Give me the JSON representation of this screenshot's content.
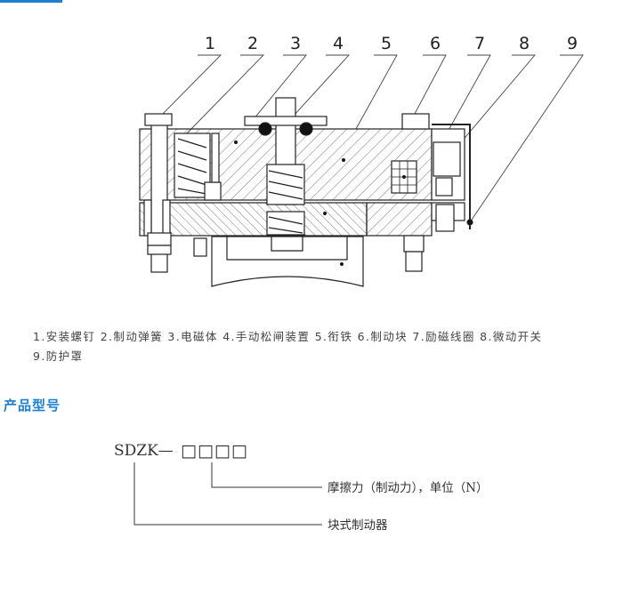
{
  "diagram": {
    "callout_numbers": [
      "1",
      "2",
      "3",
      "4",
      "5",
      "6",
      "7",
      "8",
      "9"
    ],
    "legend": {
      "line1": "1.安装螺钉 2.制动弹簧 3.电磁体 4.手动松闸装置 5.衔铁 6.制动块 7.励磁线圈 8.微动开关",
      "line2": "9.防护罩"
    }
  },
  "model_section": {
    "title": "产品型号",
    "code_prefix": "SDZK—",
    "code_placeholder": "□□□□",
    "label_force": "摩擦力（制动力），单位（N）",
    "label_type": "块式制动器"
  },
  "colors": {
    "accent": "#1c7fd0",
    "line": "#333333",
    "text": "#444444"
  }
}
